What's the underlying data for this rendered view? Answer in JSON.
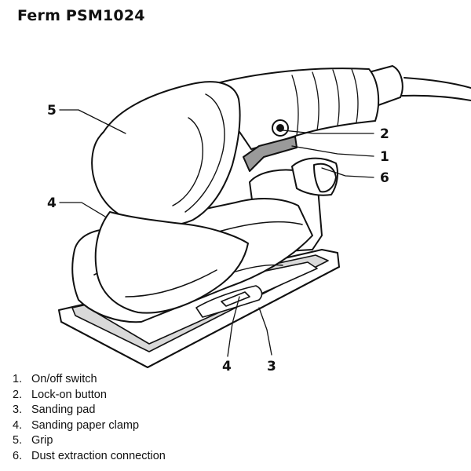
{
  "title": "Ferm PSM1024",
  "callouts": [
    {
      "id": "5",
      "label": "5"
    },
    {
      "id": "2",
      "label": "2"
    },
    {
      "id": "1",
      "label": "1"
    },
    {
      "id": "6",
      "label": "6"
    },
    {
      "id": "4a",
      "label": "4"
    },
    {
      "id": "4b",
      "label": "4"
    },
    {
      "id": "3",
      "label": "3"
    }
  ],
  "legend": [
    {
      "num": "1.",
      "text": "On/off switch"
    },
    {
      "num": "2.",
      "text": "Lock-on button"
    },
    {
      "num": "3.",
      "text": "Sanding pad"
    },
    {
      "num": "4.",
      "text": "Sanding paper clamp"
    },
    {
      "num": "5.",
      "text": "Grip"
    },
    {
      "num": "6.",
      "text": "Dust extraction connection"
    }
  ],
  "colors": {
    "line": "#111111",
    "shade": "#d9d9d9",
    "switch": "#9a9a9a"
  }
}
